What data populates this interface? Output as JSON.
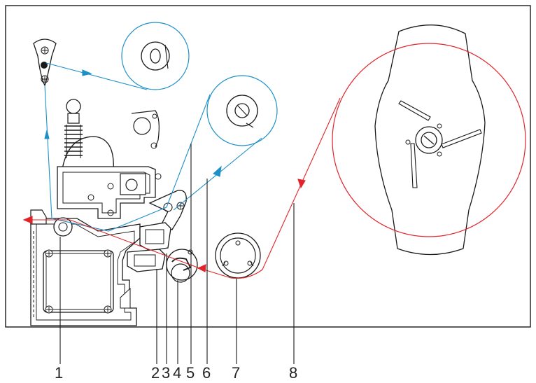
{
  "colors": {
    "outline": "#1a1a1a",
    "ribbon": "#1e90c8",
    "label_web": "#e0242a",
    "background": "#ffffff"
  },
  "callouts": {
    "c1": "1",
    "c2": "2",
    "c3": "3",
    "c4": "4",
    "c5": "5",
    "c6": "6",
    "c7": "7",
    "c8": "8"
  }
}
